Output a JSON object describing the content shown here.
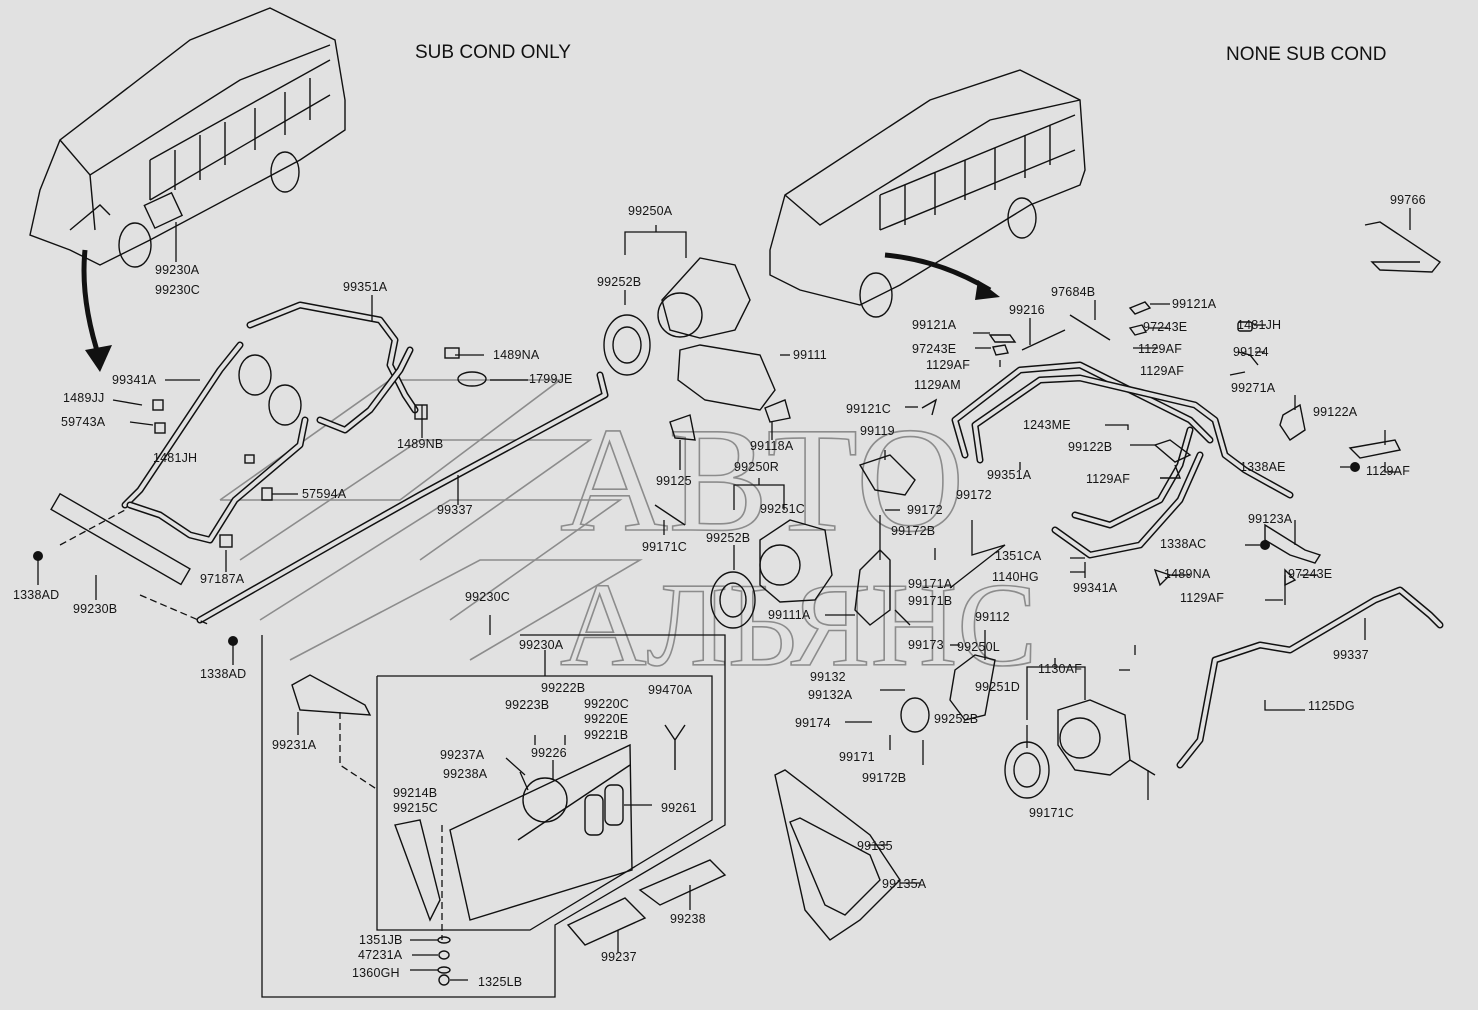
{
  "diagram": {
    "type": "exploded-parts-diagram",
    "subject": "Bus air conditioning system",
    "section_titles": {
      "left": "SUB COND  ONLY",
      "right": "NONE SUB COND"
    },
    "watermark": {
      "line1": "АВТО",
      "line2": "АЛЬЯНС"
    },
    "labels": {
      "l99230A_bus": "99230A",
      "l99230C_bus": "99230C",
      "l99250A": "99250A",
      "l99252B_a": "99252B",
      "l99351A_left": "99351A",
      "l1489NA_left": "1489NA",
      "l1799JE": "1799JE",
      "l99341A_left": "99341A",
      "l1489JJ": "1489JJ",
      "l59743A": "59743A",
      "l1481JH_left": "1481JH",
      "l1489NB": "1489NB",
      "l57594A": "57594A",
      "l99337_left": "99337",
      "l97187A": "97187A",
      "l1338AD_a": "1338AD",
      "l99230B": "99230B",
      "l1338AD_b": "1338AD",
      "l99230C_box": "99230C",
      "l99230A_box": "99230A",
      "l99222B": "99222B",
      "l99223B": "99223B",
      "l99220C": "99220C",
      "l99220E": "99220E",
      "l99221B": "99221B",
      "l99470A": "99470A",
      "l99231A": "99231A",
      "l99237A": "99237A",
      "l99226": "99226",
      "l99238A": "99238A",
      "l99214B": "99214B",
      "l99215C": "99215C",
      "l99261": "99261",
      "l1351JB": "1351JB",
      "l47231A": "47231A",
      "l1360GH": "1360GH",
      "l1325LB": "1325LB",
      "l99238": "99238",
      "l99237": "99237",
      "l99111": "99111",
      "l99118A": "99118A",
      "l99125": "99125",
      "l99250R": "99250R",
      "l99251C": "99251C",
      "l99252B_b": "99252B",
      "l99171C_a": "99171C",
      "l99119": "99119",
      "l99121C": "99121C",
      "l1129AM": "1129AM",
      "l99172_a": "99172",
      "l99172B_a": "99172B",
      "l99172_b": "99172",
      "l99171A": "99171A",
      "l99171B": "99171B",
      "l99111A": "99111A",
      "l99112": "99112",
      "l99173": "99173",
      "l99132": "99132",
      "l99132A": "99132A",
      "l99174": "99174",
      "l99171": "99171",
      "l99172B_b": "99172B",
      "l99250L": "99250L",
      "l99251D": "99251D",
      "l99252B_c": "99252B",
      "l99171C_b": "99171C",
      "l1130AF": "1130AF",
      "l99135": "99135",
      "l99135A": "99135A",
      "l99766": "99766",
      "l99216": "99216",
      "l97684B": "97684B",
      "l99121A_a": "99121A",
      "l97243E_a": "97243E",
      "l1129AF_a": "1129AF",
      "l99121A_b": "99121A",
      "l97243E_b": "97243E",
      "l1129AF_b": "1129AF",
      "l1481JH_right": "1481JH",
      "l99124": "99124",
      "l1129AF_c": "1129AF",
      "l99271A": "99271A",
      "l1243ME": "1243ME",
      "l99122B": "99122B",
      "l1129AF_d": "1129AF",
      "l99351A_right": "99351A",
      "l99122A": "99122A",
      "l1338AE": "1338AE",
      "l1129AF_e": "1129AF",
      "l99123A": "99123A",
      "l1338AC": "1338AC",
      "l1351CA": "1351CA",
      "l1140HG": "1140HG",
      "l99341A_right": "99341A",
      "l1489NA_right": "1489NA",
      "l97243E_c": "97243E",
      "l1129AF_f": "1129AF",
      "l99337_right": "99337",
      "l1125DG": "1125DG"
    }
  }
}
